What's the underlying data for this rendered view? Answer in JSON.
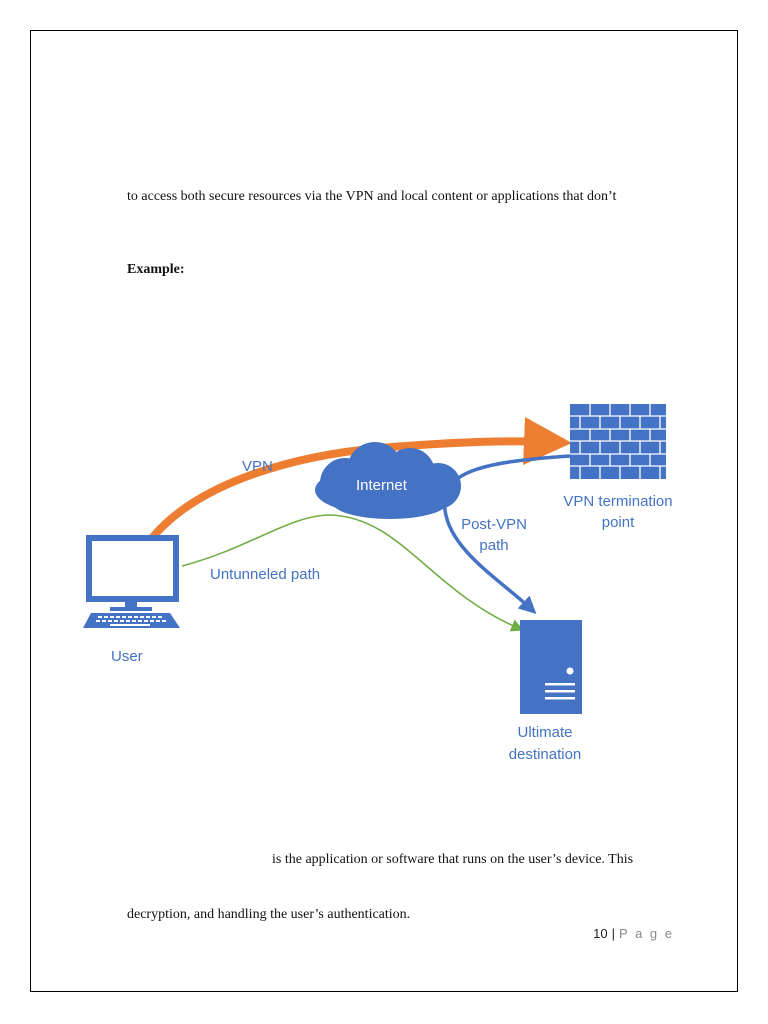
{
  "body": {
    "line1": "to access both secure resources via the VPN and local content or applications that don’t",
    "example_heading": "Example:",
    "line2": "is the application or software that runs on the user’s device. This",
    "line3": "decryption, and handling the user’s authentication."
  },
  "diagram": {
    "labels": {
      "vpn": "VPN",
      "internet": "Internet",
      "termination1": "VPN termination",
      "termination2": "point",
      "post1": "Post-VPN",
      "post2": "path",
      "untunneled": "Untunneled path",
      "user": "User",
      "dest1": "Ultimate",
      "dest2": "destination"
    },
    "colors": {
      "blue": "#4472c4",
      "orange": "#ed7d31",
      "green": "#70ad47",
      "label": "#4472c4"
    }
  },
  "footer": {
    "page_number": "10",
    "separator": "|",
    "page_word": "P a g e"
  }
}
